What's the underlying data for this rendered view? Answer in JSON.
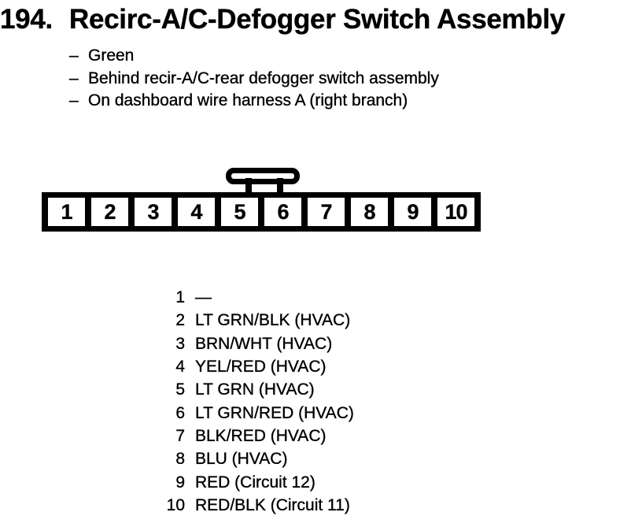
{
  "colors": {
    "ink": "#000000",
    "paper": "#ffffff"
  },
  "header": {
    "number": "194.",
    "title": "Recirc-A/C-Defogger Switch Assembly",
    "dash": "–",
    "notes": [
      "Green",
      "Behind recir-A/C-rear defogger switch assembly",
      "On dashboard wire harness A (right branch)"
    ]
  },
  "connector": {
    "pins": [
      "1",
      "2",
      "3",
      "4",
      "5",
      "6",
      "7",
      "8",
      "9",
      "10"
    ]
  },
  "pinout": [
    {
      "pin": "1",
      "wire": "—"
    },
    {
      "pin": "2",
      "wire": "LT GRN/BLK (HVAC)"
    },
    {
      "pin": "3",
      "wire": "BRN/WHT (HVAC)"
    },
    {
      "pin": "4",
      "wire": "YEL/RED (HVAC)"
    },
    {
      "pin": "5",
      "wire": "LT GRN (HVAC)"
    },
    {
      "pin": "6",
      "wire": "LT GRN/RED (HVAC)"
    },
    {
      "pin": "7",
      "wire": "BLK/RED (HVAC)"
    },
    {
      "pin": "8",
      "wire": "BLU (HVAC)"
    },
    {
      "pin": "9",
      "wire": "RED (Circuit 12)"
    },
    {
      "pin": "10",
      "wire": "RED/BLK (Circuit 11)"
    }
  ]
}
